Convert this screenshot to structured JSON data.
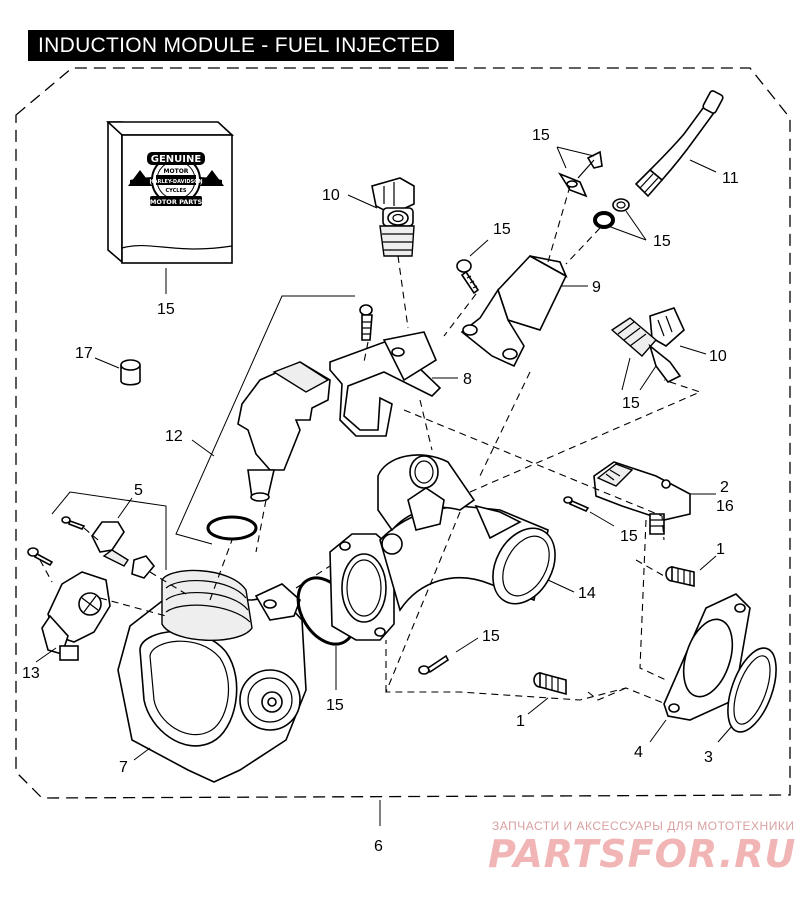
{
  "title": "INDUCTION MODULE - FUEL INJECTED",
  "logo": {
    "top": "GENUINE",
    "brand": "HARLEY-DAVIDSON",
    "line1": "MOTOR",
    "cycles": "CYCLES",
    "bottom": "MOTOR PARTS"
  },
  "callouts": {
    "c1a": "1",
    "c1b": "1",
    "c2": "2",
    "c3": "3",
    "c4": "4",
    "c5": "5",
    "c6": "6",
    "c7": "7",
    "c8": "8",
    "c9": "9",
    "c10a": "10",
    "c10b": "10",
    "c11": "11",
    "c12": "12",
    "c13": "13",
    "c14": "14",
    "c15_box": "15",
    "c15_top": "15",
    "c15_oring": "15",
    "c15_screw9": "15",
    "c15_inj": "15",
    "c15_map": "15",
    "c15_gasket": "15",
    "c15_screw_bottom": "15",
    "c16": "16",
    "c17": "17"
  },
  "watermark": {
    "line1": "ЗАПЧАСТИ И АКСЕССУАРЫ ДЛЯ МОТОТЕХНИКИ",
    "line2": "PARTSFOR.RU"
  }
}
